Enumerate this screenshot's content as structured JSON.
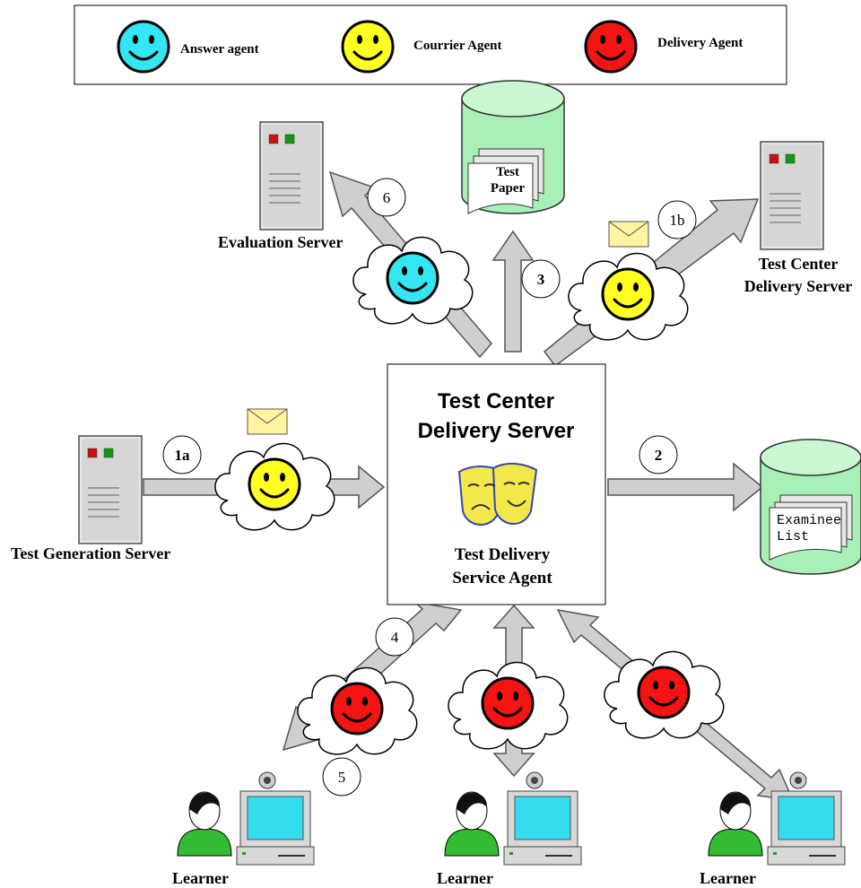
{
  "legend": {
    "answer_agent": "Answer agent",
    "courier_agent": "Courrier Agent",
    "delivery_agent": "Delivery Agent"
  },
  "colors": {
    "answer": "#33e6f2",
    "courier": "#ffff22",
    "delivery": "#f41414",
    "arrow": "#cfcfcf",
    "database": "#a9f0b8",
    "learner": "#33bb33",
    "monitor": "#33ddee"
  },
  "center": {
    "title_line1": "Test Center",
    "title_line2": "Delivery Server",
    "agent_line1": "Test Delivery",
    "agent_line2": "Service Agent"
  },
  "servers": {
    "evaluation": "Evaluation Server",
    "test_center_line1": "Test Center",
    "test_center_line2": "Delivery Server",
    "test_generation": "Test Generation Server"
  },
  "databases": {
    "test_paper_line1": "Test",
    "test_paper_line2": "Paper",
    "examinee_line1": "Examinee",
    "examinee_line2": "List"
  },
  "steps": {
    "s1a": "1a",
    "s1b": "1b",
    "s2": "2",
    "s3": "3",
    "s4": "4",
    "s5": "5",
    "s6": "6"
  },
  "learners": [
    "Learner",
    "Learner",
    "Learner"
  ]
}
